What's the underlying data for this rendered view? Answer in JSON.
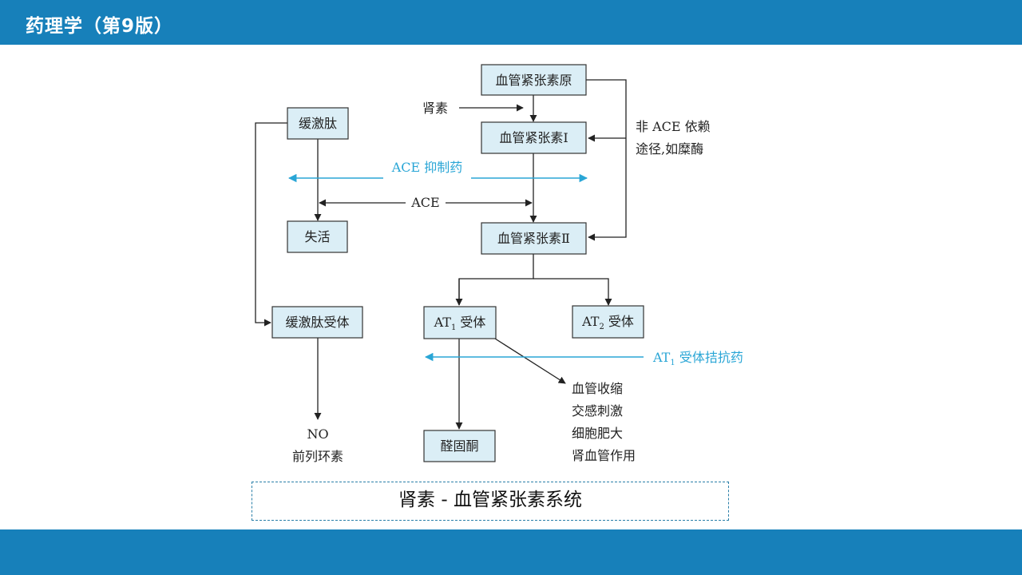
{
  "header": {
    "title": "药理学（第9版）"
  },
  "diagram": {
    "nodes": {
      "angiotensinogen": "血管紧张素原",
      "angiotensin1": "血管紧张素Ⅰ",
      "angiotensin2": "血管紧张素Ⅱ",
      "bradykinin": "缓激肽",
      "inactive": "失活",
      "bradykinin_receptor": "缓激肽受体",
      "at1_receptor": {
        "prefix": "AT",
        "sub": "1",
        "suffix": " 受体"
      },
      "at2_receptor": {
        "prefix": "AT",
        "sub": "2",
        "suffix": " 受体"
      },
      "aldosterone": "醛固酮"
    },
    "labels": {
      "renin": "肾素",
      "non_ace_line1": "非 ACE 依赖",
      "non_ace_line2": "途径,如糜酶",
      "ace_inhibitor": "ACE 抑制药",
      "ace": "ACE",
      "at1_antagonist": {
        "prefix": "AT",
        "sub": "1",
        "suffix": " 受体拮抗药"
      },
      "no_line1": "NO",
      "no_line2": "前列环素",
      "effects": [
        "血管收缩",
        "交感刺激",
        "细胞肥大",
        "肾血管作用"
      ]
    },
    "colors": {
      "inhibitor_arrow": "#2aa6d6",
      "box_fill": "#dbeef6"
    }
  },
  "caption": "肾素 - 血管紧张素系统"
}
